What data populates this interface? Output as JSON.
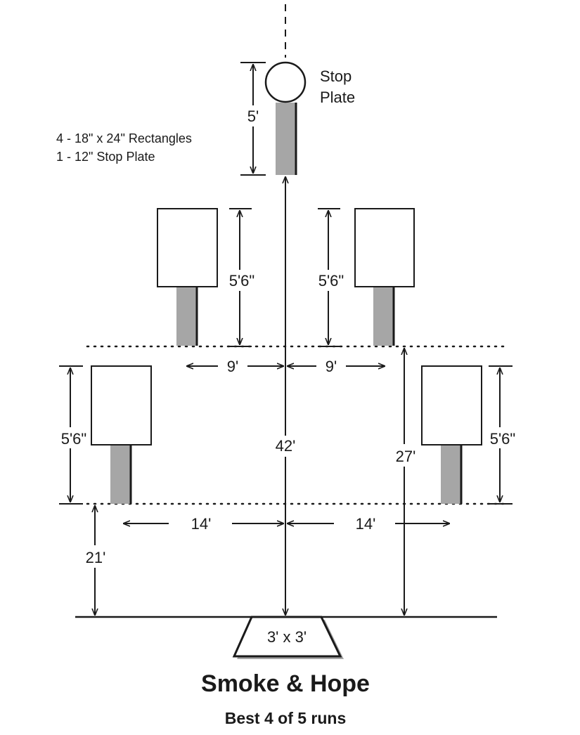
{
  "stop_plate": {
    "label_line1": "Stop",
    "label_line2": "Plate",
    "height": "5'"
  },
  "note": {
    "line1": "4 - 18\" x 24\" Rectangles",
    "line2": "1 - 12\" Stop Plate"
  },
  "dimensions": {
    "upper_left_height": "5'6\"",
    "upper_right_height": "5'6\"",
    "lower_left_height": "5'6\"",
    "lower_right_height": "5'6\"",
    "upper_left_offset": "9'",
    "upper_right_offset": "9'",
    "lower_left_offset": "14'",
    "lower_right_offset": "14'",
    "center_distance": "42'",
    "upper_row_distance": "27'",
    "lower_row_distance": "21'"
  },
  "shooting_box": {
    "label": "3' x 3'"
  },
  "stage": {
    "title": "Smoke & Hope",
    "subtitle": "Best 4 of 5 runs"
  },
  "colors": {
    "stroke": "#1a1a1a",
    "post": "#a6a6a6",
    "background": "#ffffff"
  }
}
